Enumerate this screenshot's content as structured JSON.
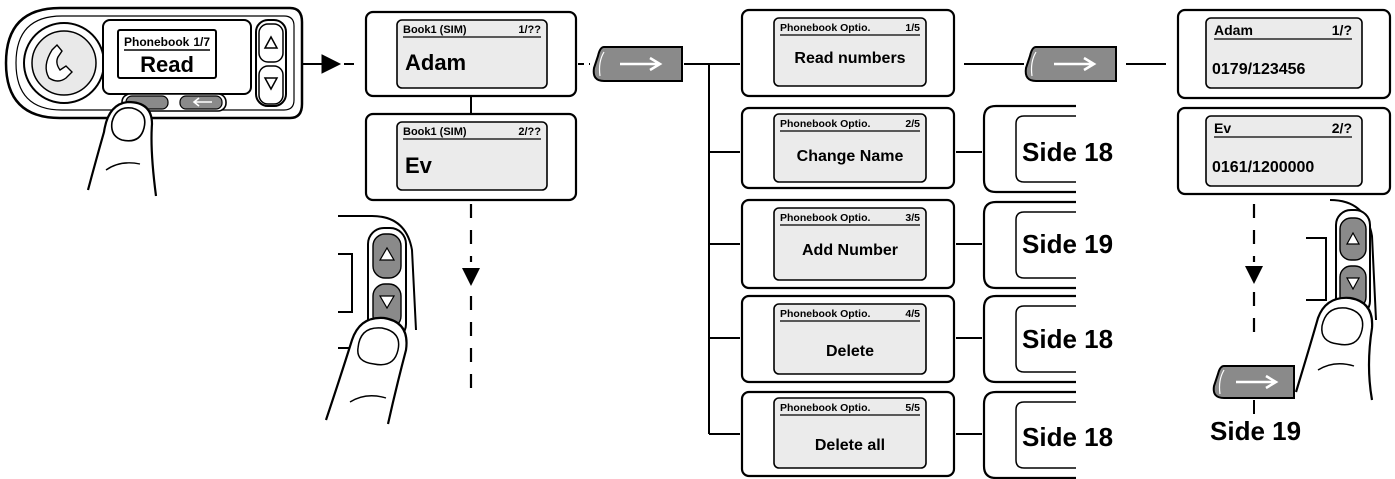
{
  "device": {
    "display_title": "Phonebook",
    "display_counter": "1/7",
    "display_value": "Read"
  },
  "book_screens": [
    {
      "title": "Book1 (SIM)",
      "counter": "1/??",
      "value": "Adam"
    },
    {
      "title": "Book1 (SIM)",
      "counter": "2/??",
      "value": "Ev"
    }
  ],
  "option_screens": [
    {
      "title": "Phonebook Optio.",
      "counter": "1/5",
      "value": "Read numbers"
    },
    {
      "title": "Phonebook Optio.",
      "counter": "2/5",
      "value": "Change Name"
    },
    {
      "title": "Phonebook Optio.",
      "counter": "3/5",
      "value": "Add Number"
    },
    {
      "title": "Phonebook Optio.",
      "counter": "4/5",
      "value": "Delete"
    },
    {
      "title": "Phonebook Optio.",
      "counter": "5/5",
      "value": "Delete all"
    }
  ],
  "side_refs": [
    "Side 18",
    "Side 19",
    "Side 18",
    "Side 18"
  ],
  "number_screens": [
    {
      "title": "Adam",
      "counter": "1/?",
      "value": "0179/123456"
    },
    {
      "title": "Ev",
      "counter": "2/?",
      "value": "0161/1200000"
    }
  ],
  "bottom_ref": "Side 19",
  "colors": {
    "screen_fill": "#ebebeb",
    "button_fill": "#808080",
    "line": "#000000"
  }
}
